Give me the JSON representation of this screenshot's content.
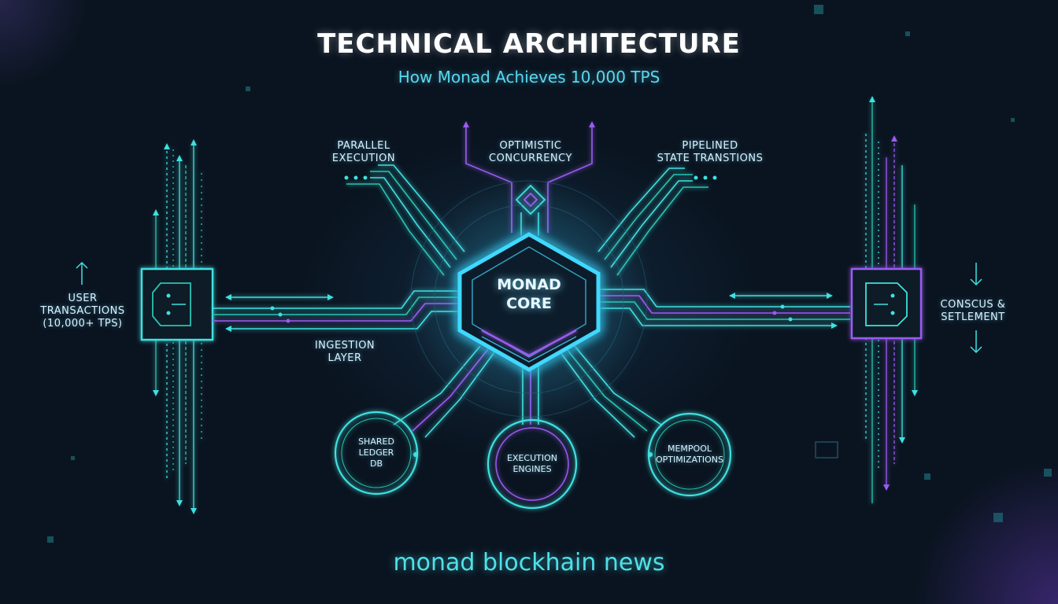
{
  "header": {
    "title": "TECHNICAL ARCHITECTURE",
    "subtitle": "How Monad Achieves 10,000 TPS"
  },
  "core": {
    "label": "MONAD\nCORE"
  },
  "top_labels": {
    "parallel": "PARALLEL\nEXECUTION",
    "optimistic": "OPTIMISTIC\nCONCURRENCY",
    "pipelined": "PIPELINED\nSTATE TRANSTIONS"
  },
  "side_labels": {
    "user": "USER\nTRANSACTIONS\n(10,000+ TPS)",
    "ingestion": "INGESTION\nLAYER",
    "consensus": "CONSCUS &\nSETLEMENT"
  },
  "circles": {
    "ledger": "SHARED\nLEDGER\nDB",
    "engines": "EXECUTION\nENGINES",
    "mempool": "MEMPOOL\nOPTIMIZATIONS"
  },
  "footer": {
    "brand": "monad blockhain news"
  },
  "colors": {
    "cyan": "#3fe0e0",
    "teal": "#2bc2b4",
    "purple": "#9a5cf0",
    "core_glow": "#3fd8ff",
    "background": "#0a1420"
  }
}
